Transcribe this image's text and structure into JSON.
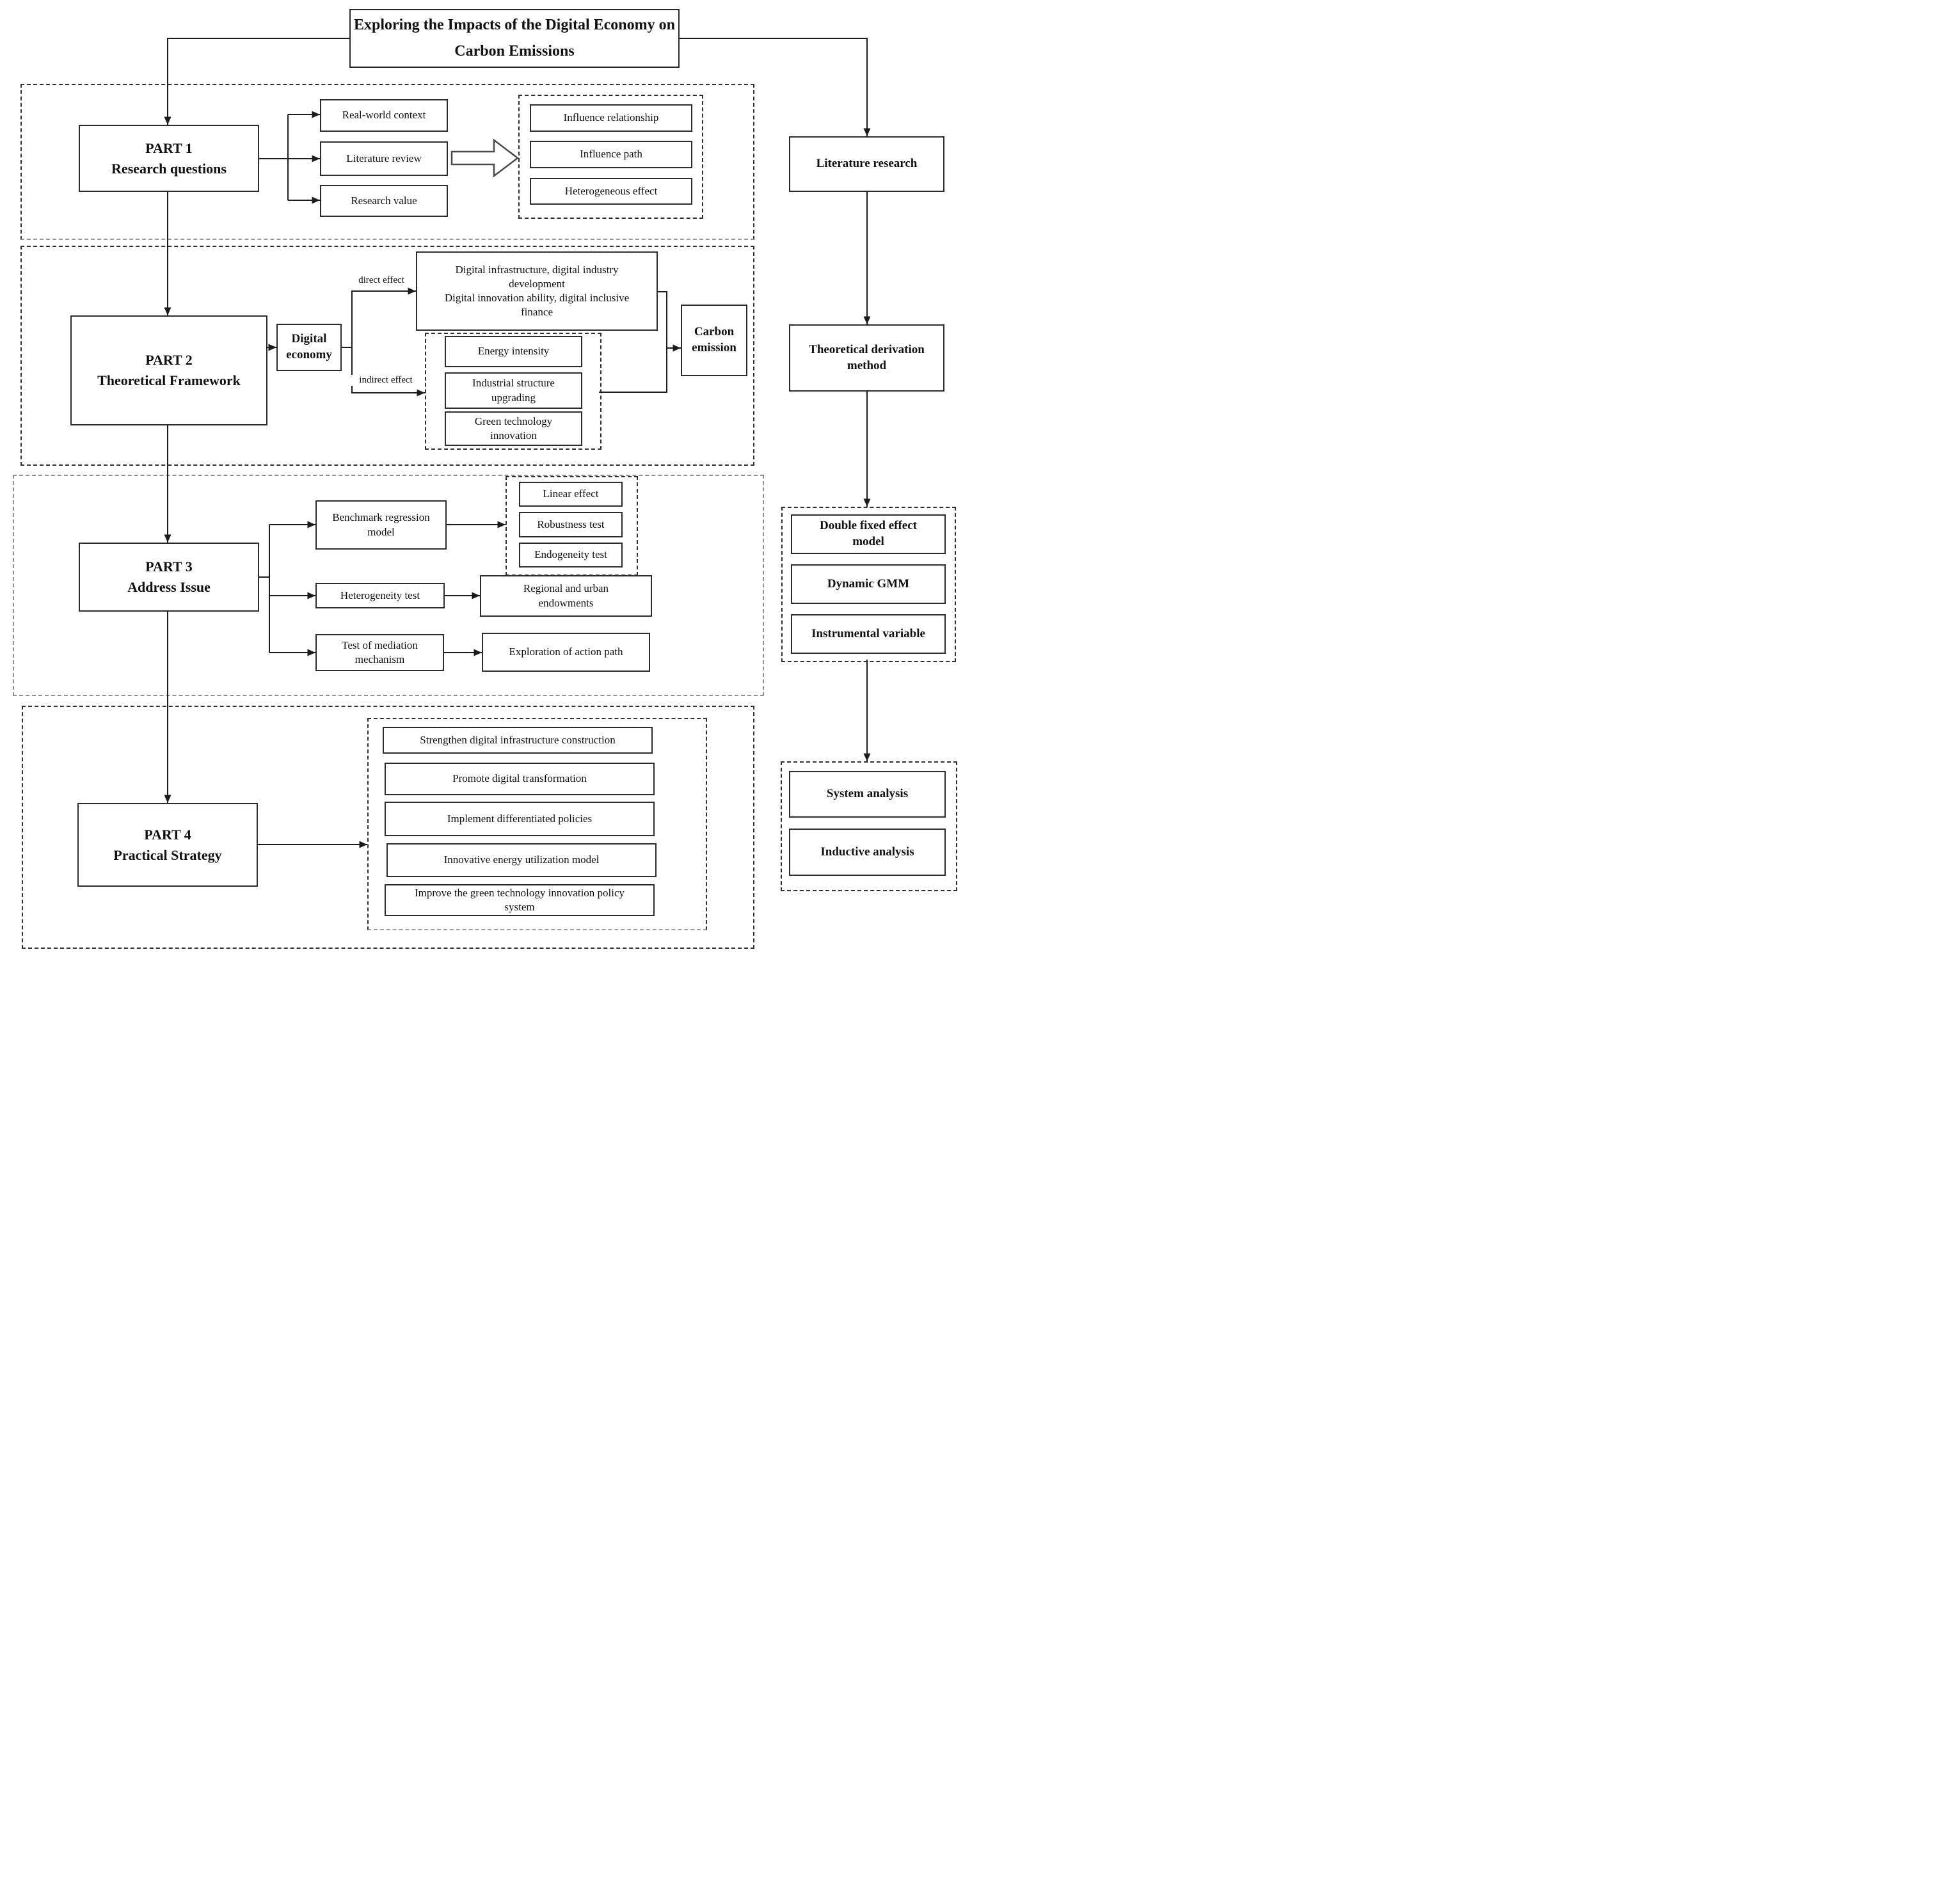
{
  "title": "Exploring the Impacts of the Digital Economy on Carbon Emissions",
  "parts": {
    "part1": {
      "label_line1": "PART 1",
      "label_line2": "Research questions",
      "items": [
        "Real-world context",
        "Literature review",
        "Research value"
      ],
      "outcomes": [
        "Influence relationship",
        "Influence path",
        "Heterogeneous effect"
      ]
    },
    "part2": {
      "label_line1": "PART 2",
      "label_line2": "Theoretical Framework",
      "digital_economy": "Digital economy",
      "direct_effect_label": "direct effect",
      "indirect_effect_label": "indirect effect",
      "direct_box_line1": "Digital infrastructure, digital industry development",
      "direct_box_line2": "Digital innovation ability, digital inclusive finance",
      "mediators": [
        "Energy intensity",
        "Industrial structure upgrading",
        "Green technology innovation"
      ],
      "carbon_emission": "Carbon emission"
    },
    "part3": {
      "label_line1": "PART 3",
      "label_line2": "Address Issue",
      "branches": [
        "Benchmark regression model",
        "Heterogeneity test",
        "Test of mediation mechanism"
      ],
      "benchmark_outcomes": [
        "Linear effect",
        "Robustness test",
        "Endogeneity test"
      ],
      "heterogeneity_outcome": "Regional and urban endowments",
      "mediation_outcome": "Exploration of action path"
    },
    "part4": {
      "label_line1": "PART 4",
      "label_line2": "Practical Strategy",
      "strategies": [
        "Strengthen digital infrastructure construction",
        "Promote digital transformation",
        "Implement differentiated policies",
        "Innovative energy utilization model",
        "Improve the green technology innovation policy system"
      ]
    }
  },
  "right_column": {
    "literature_research": "Literature research",
    "theoretical_derivation": "Theoretical derivation method",
    "methods": [
      "Double fixed effect model",
      "Dynamic GMM",
      "Instrumental variable"
    ],
    "analysis": [
      "System analysis",
      "Inductive analysis"
    ]
  }
}
